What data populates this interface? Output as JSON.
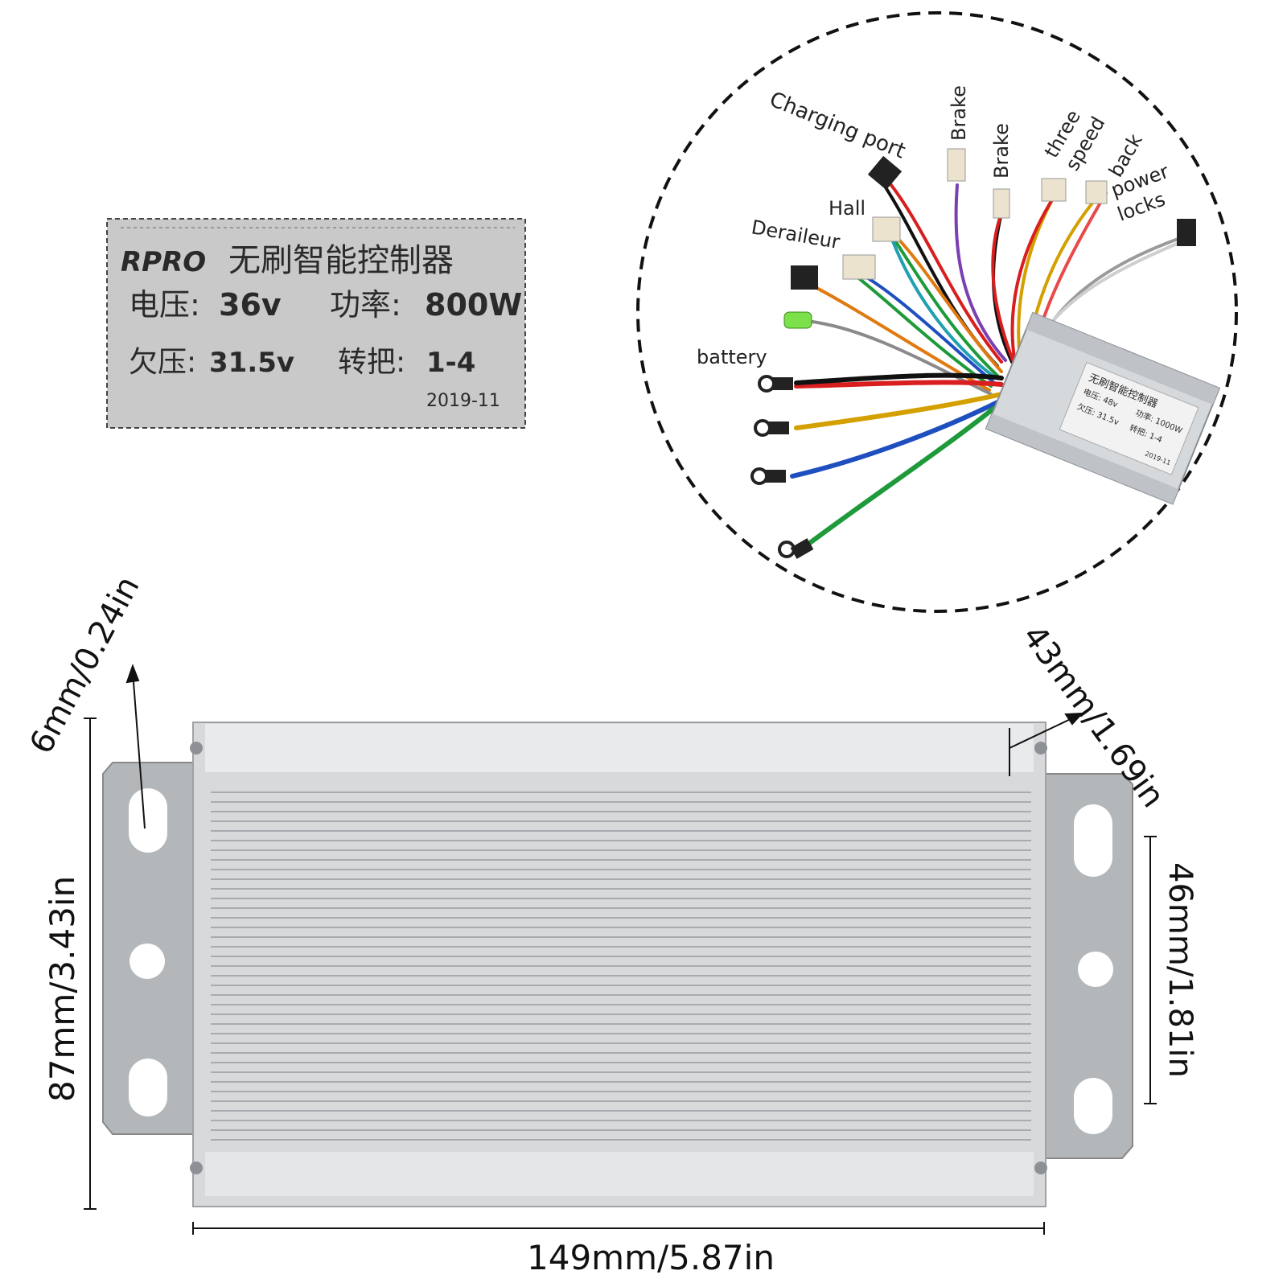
{
  "nameplate": {
    "brand": "RPRO",
    "title": "无刷智能控制器",
    "voltage_label": "电压:",
    "voltage_value": "36v",
    "power_label": "功率:",
    "power_value": "800W",
    "undervoltage_label": "欠压:",
    "undervoltage_value": "31.5v",
    "throttle_label": "转把:",
    "throttle_value": "1-4",
    "date": "2019-11"
  },
  "wiring": {
    "labels": {
      "charging_port": "Charging port",
      "brake_1": "Brake",
      "brake_2": "Brake",
      "three_speed_1": "three",
      "three_speed_2": "speed",
      "back": "back",
      "power_locks_1": "power",
      "power_locks_2": "locks",
      "hall": "Hall",
      "derailleur": "Deraileur",
      "battery": "battery"
    },
    "unit_label": {
      "title": "无刷智能控制器",
      "voltage": "电压: 48v",
      "power": "功率: 1000W",
      "undervoltage": "欠压: 31.5v",
      "throttle": "转把: 1-4",
      "date": "2019-11"
    },
    "wire_colors": [
      "#d81e1e",
      "#111111",
      "#d4a000",
      "#1f4fbf",
      "#1e9a3a",
      "#7a3fb0",
      "#e07a10",
      "#9a9a9a",
      "#e84a4a",
      "#20a0b0"
    ]
  },
  "dimensions": {
    "flange_hole": "6mm/0.24in",
    "depth": "43mm/1.69in",
    "height": "87mm/3.43in",
    "hole_spacing": "46mm/1.81in",
    "length": "149mm/5.87in"
  }
}
